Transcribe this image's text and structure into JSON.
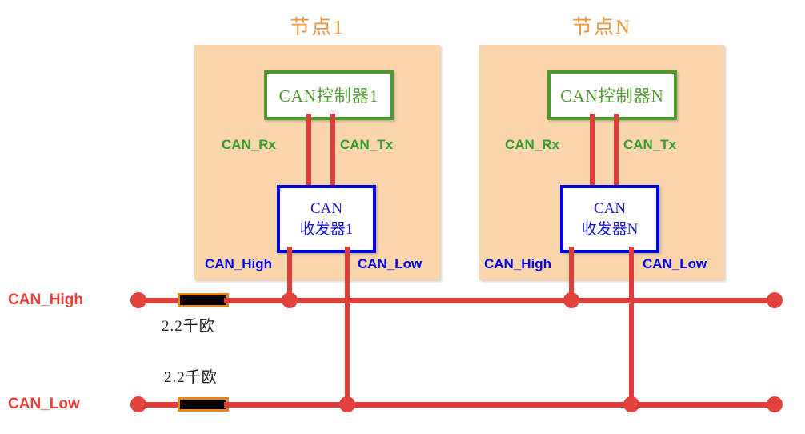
{
  "diagram": {
    "title": "CAN bus two-node topology",
    "colors": {
      "node_panel": "#fbd6ac",
      "node_title": "#f0963c",
      "controller_border": "#4e9a2f",
      "controller_text": "#4e9a2f",
      "transceiver_border": "#0000e0",
      "transceiver_text": "#1414d2",
      "wire": "#e03c38",
      "dot": "#e3413c",
      "resistor_fill": "#000000",
      "resistor_border": "#e8861a",
      "bus_label": "#ef3e37"
    }
  },
  "nodes": [
    {
      "title": "节点1",
      "controller": "CAN控制器1",
      "transceiver_line1": "CAN",
      "transceiver_line2": "收发器1",
      "rx_label": "CAN_Rx",
      "tx_label": "CAN_Tx",
      "high_pin_label": "CAN_High",
      "low_pin_label": "CAN_Low"
    },
    {
      "title": "节点N",
      "controller": "CAN控制器N",
      "transceiver_line1": "CAN",
      "transceiver_line2": "收发器N",
      "rx_label": "CAN_Rx",
      "tx_label": "CAN_Tx",
      "high_pin_label": "CAN_High",
      "low_pin_label": "CAN_Low"
    }
  ],
  "buses": [
    {
      "name": "CAN_High",
      "label": "CAN_High"
    },
    {
      "name": "CAN_Low",
      "label": "CAN_Low"
    }
  ],
  "resistors": [
    {
      "value": "2.2千欧",
      "bus": "CAN_High"
    },
    {
      "value": "2.2千欧",
      "bus": "CAN_Low"
    }
  ]
}
